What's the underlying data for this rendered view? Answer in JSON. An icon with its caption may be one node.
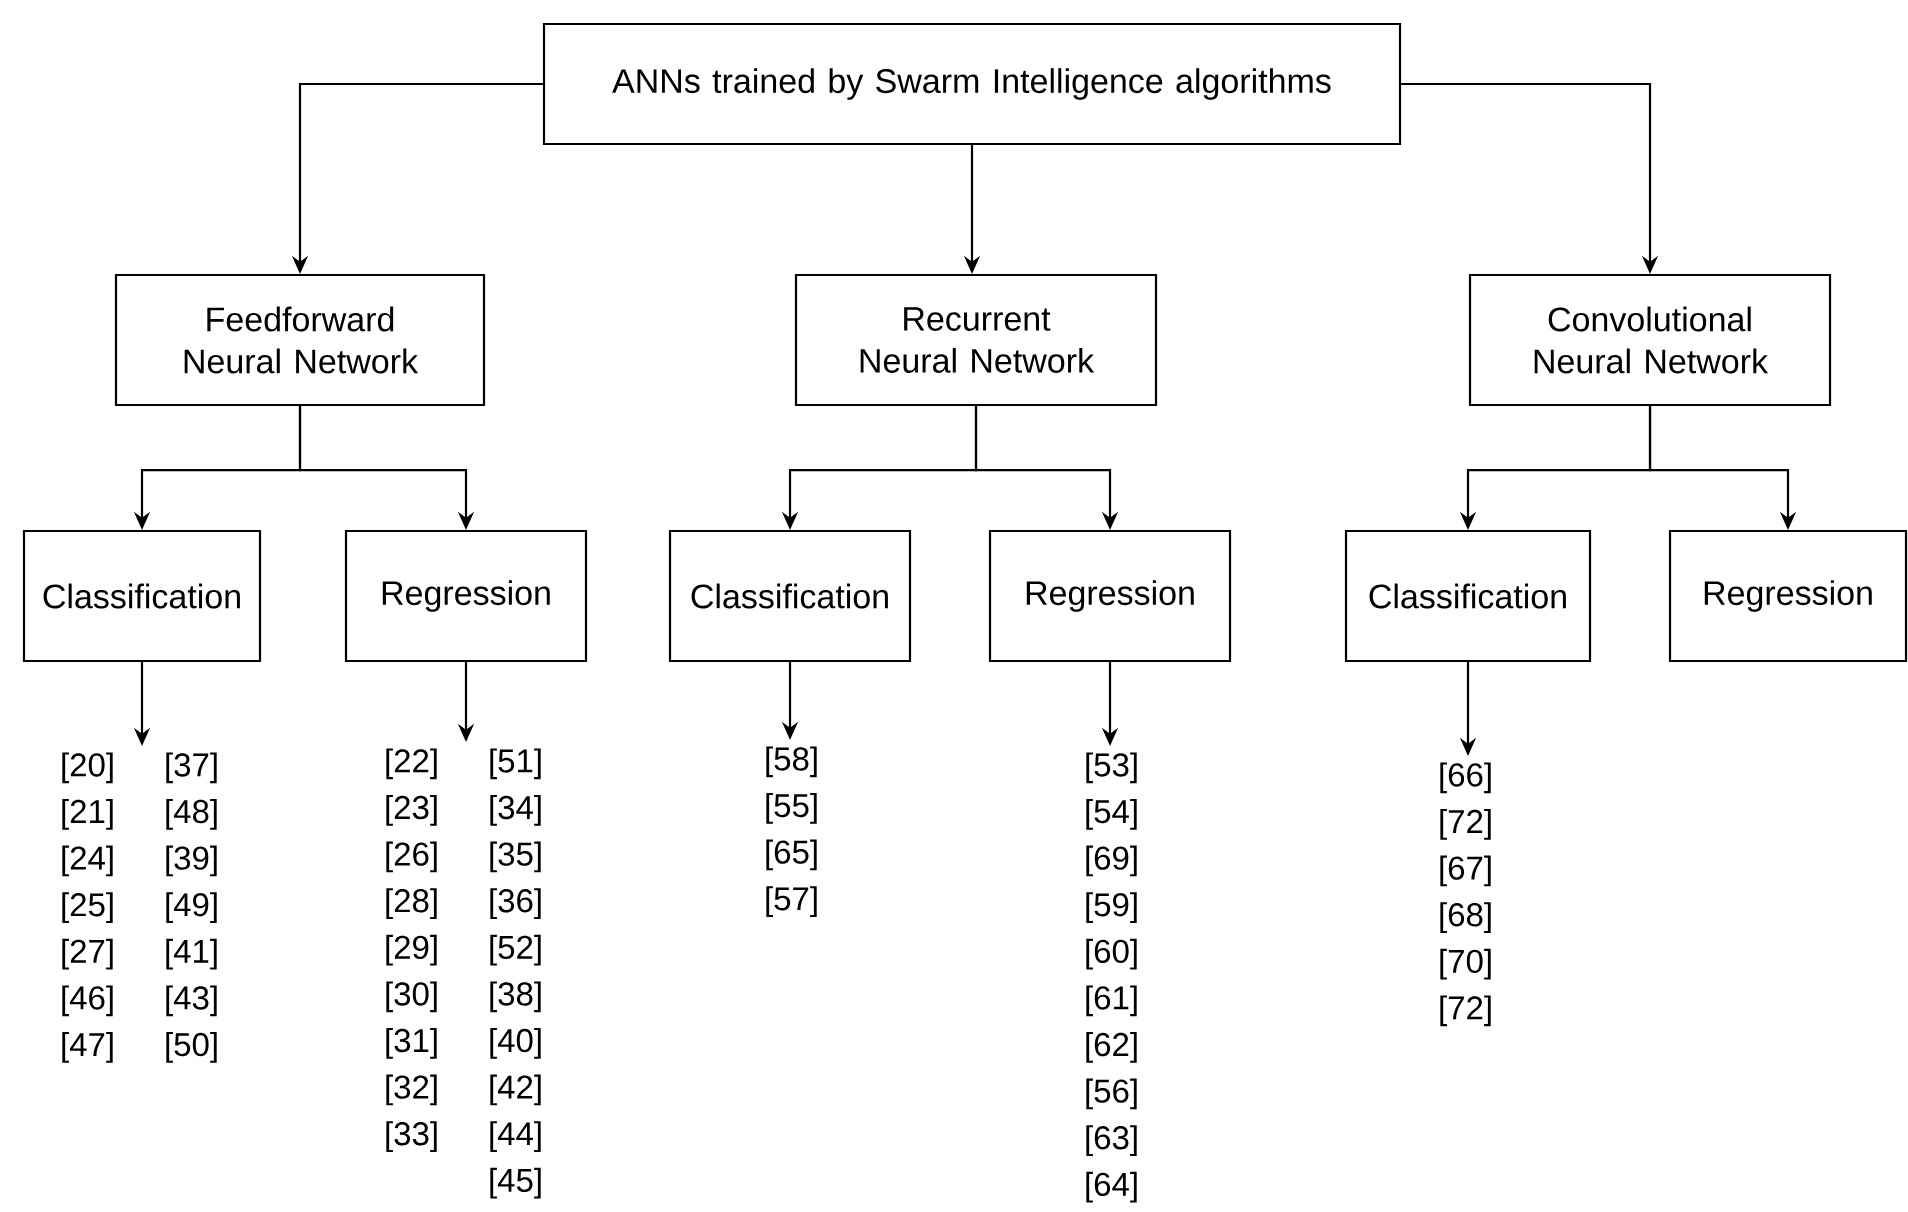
{
  "diagram": {
    "nodes": [
      {
        "text": [
          "ANNs trained by Swarm Intelligence algorithms"
        ]
      },
      {
        "text": [
          "Feedforward Neural Network"
        ]
      },
      {
        "text": [
          "Recurrent Neural Network"
        ]
      },
      {
        "text": [
          "Convolutional Neural Network"
        ]
      },
      {
        "text": [
          "Classification"
        ]
      },
      {
        "text": [
          "Regression"
        ]
      },
      {
        "text": [
          "Classification"
        ]
      },
      {
        "text": [
          "Regression"
        ]
      },
      {
        "text": [
          "Classification"
        ]
      },
      {
        "text": [
          "Regression"
        ]
      },
      {
        "text": [
          "[20] [21] [24] [25] [27] [46] [47]",
          "[37] [48] [39] [49] [41] [43] [50]"
        ]
      },
      {
        "text": [
          "[22] [23] [26] [28] [29] [30] [31] [32] [33]",
          "[51] [34] [35] [36] [52] [38] [40] [42] [44] [45]"
        ]
      },
      {
        "text": [
          "[58] [55] [65] [57]"
        ]
      },
      {
        "text": [
          "[53] [54] [69] [59] [60] [61] [62] [56] [63] [64]"
        ]
      },
      {
        "text": [
          "[66] [72] [67] [68] [70] [72]"
        ]
      }
    ],
    "edges": [
      {
        "from": 0,
        "to": 1,
        "arrow": "to"
      },
      {
        "from": 0,
        "to": 2,
        "arrow": "to"
      },
      {
        "from": 0,
        "to": 3,
        "arrow": "to"
      },
      {
        "from": 1,
        "to": 4,
        "arrow": "to"
      },
      {
        "from": 1,
        "to": 5,
        "arrow": "to"
      },
      {
        "from": 2,
        "to": 6,
        "arrow": "to"
      },
      {
        "from": 2,
        "to": 7,
        "arrow": "to"
      },
      {
        "from": 3,
        "to": 8,
        "arrow": "to"
      },
      {
        "from": 3,
        "to": 9,
        "arrow": "to"
      },
      {
        "from": 4,
        "to": 10,
        "arrow": "to"
      },
      {
        "from": 5,
        "to": 11,
        "arrow": "to"
      },
      {
        "from": 6,
        "to": 12,
        "arrow": "to"
      },
      {
        "from": 7,
        "to": 13,
        "arrow": "to"
      },
      {
        "from": 8,
        "to": 14,
        "arrow": "to"
      }
    ]
  }
}
